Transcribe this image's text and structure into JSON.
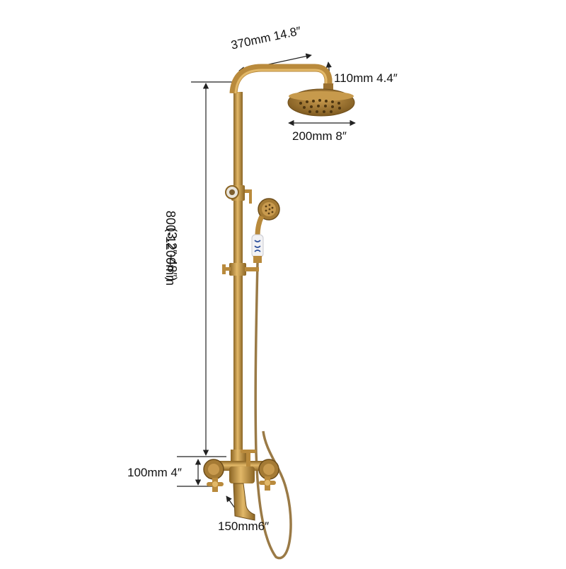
{
  "dimensions": {
    "arm_length": "370mm 14.8″",
    "head_height": "110mm 4.4″",
    "head_diameter": "200mm 8″",
    "rail_height_mm": "800-1200mm",
    "rail_height_in": "(3.2″-48″)",
    "valve_height": "100mm 4″",
    "spout_length": "150mm6″"
  },
  "colors": {
    "brass": "#b98a3c",
    "brass_dark": "#8a6424",
    "brass_light": "#e2b868",
    "ceramic": "#f2f2f4",
    "ceramic_blue": "#2c4f9c",
    "dimension_line": "#222222"
  }
}
